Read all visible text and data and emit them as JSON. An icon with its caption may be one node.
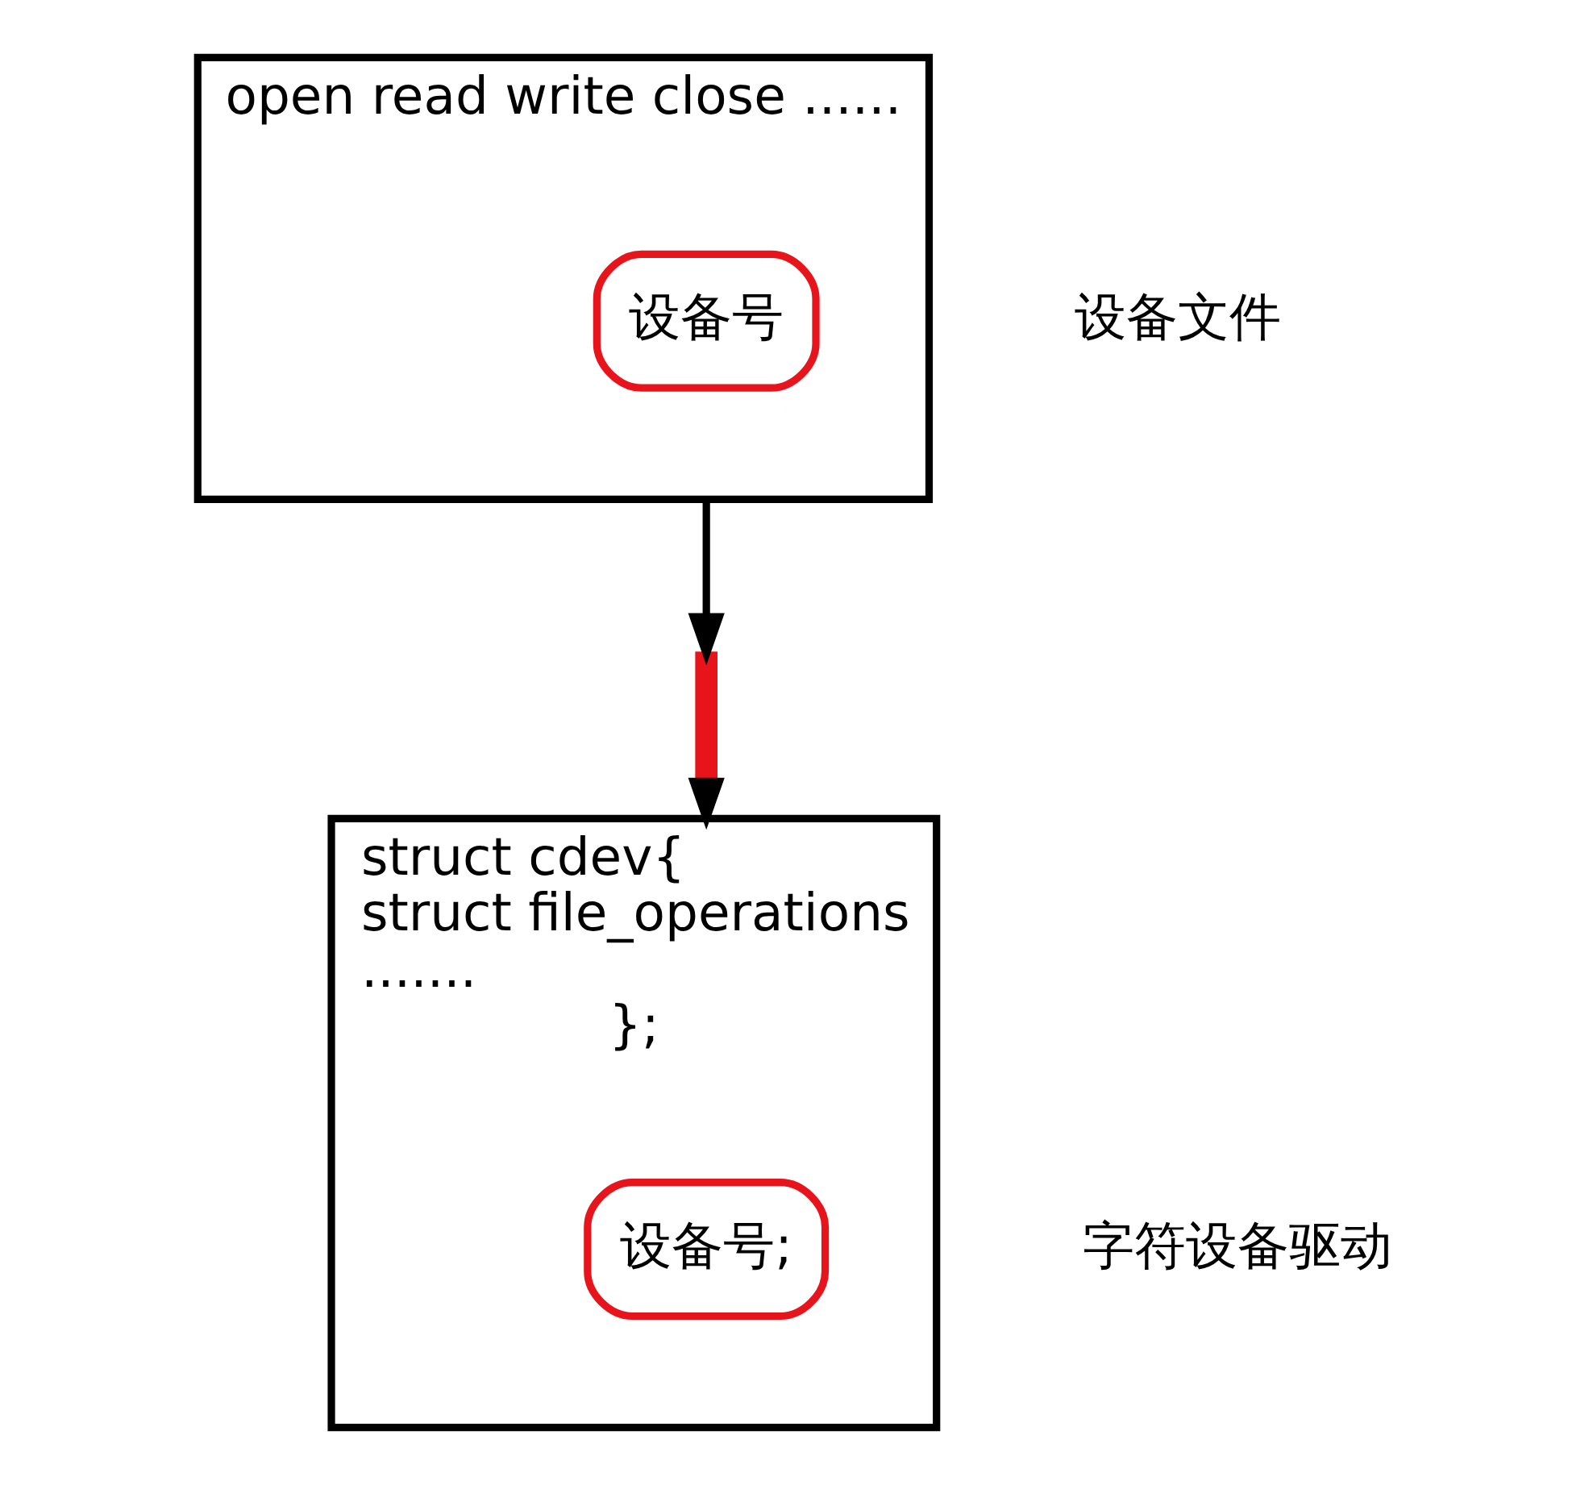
{
  "diagram": {
    "nodes": [
      {
        "text": [
          "open read write close ......"
        ],
        "beside": [
          "设备文件"
        ]
      },
      {
        "text": [
          "设备号"
        ],
        "in": 0
      },
      {
        "text": [],
        "shape": "bar"
      },
      {
        "text": [
          "struct cdev{",
          "struct file_operations",
          ".......",
          "};"
        ],
        "beside": [
          "字符设备驱动"
        ]
      },
      {
        "text": [
          "设备号;"
        ],
        "in": 3
      }
    ],
    "edges": [
      {
        "from": 0,
        "to": 2,
        "arrow": "to"
      },
      {
        "from": 2,
        "to": 3,
        "arrow": "to"
      }
    ]
  }
}
